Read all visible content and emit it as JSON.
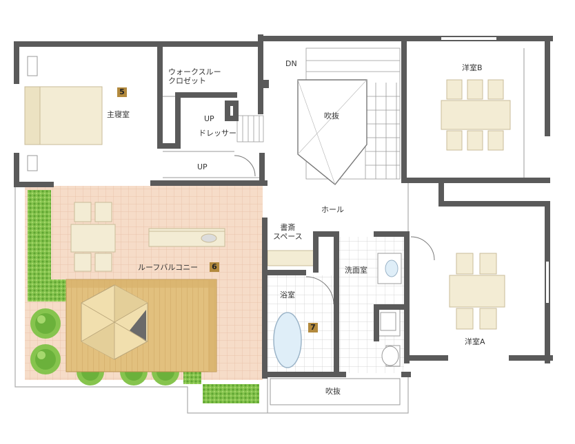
{
  "rooms": {
    "master_bedroom": "主寝室",
    "walk_through_closet": "ウォークスルー\nクロゼット",
    "dresser": "ドレッサー",
    "up_1": "UP",
    "up_2": "UP",
    "dn": "DN",
    "void_top": "吹抜",
    "western_b": "洋室B",
    "western_a": "洋室A",
    "hall": "ホール",
    "study": "書斎\nスペース",
    "roof_balcony": "ルーフバルコニー",
    "bathroom": "浴室",
    "washroom": "洗面室",
    "void_bottom": "吹抜"
  },
  "badges": {
    "master_bedroom": "5",
    "roof_balcony": "6",
    "bathroom": "7"
  },
  "colors": {
    "wall": "#5a5a5a",
    "balcony_tile": "#f6dcc8",
    "deck": "#e2c07e",
    "greenery": "#7dbf45",
    "furniture": "#f3ecd4",
    "badge": "#b38a3d"
  }
}
